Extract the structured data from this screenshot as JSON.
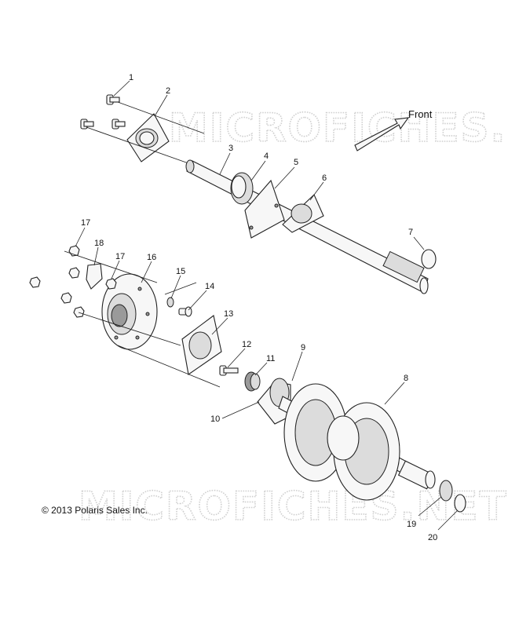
{
  "watermark_text": "MICROFICHES.NET",
  "front_label": "Front",
  "copyright": "© 2013 Polaris Sales Inc.",
  "callouts": {
    "c1": "1",
    "c2": "2",
    "c3": "3",
    "c4": "4",
    "c5": "5",
    "c6": "6",
    "c7": "7",
    "c8": "8",
    "c9": "9",
    "c10": "10",
    "c11": "11",
    "c12": "12",
    "c13": "13",
    "c14": "14",
    "c15": "15",
    "c16": "16",
    "c17a": "17",
    "c17b": "17",
    "c18": "18",
    "c19": "19",
    "c20": "20"
  }
}
